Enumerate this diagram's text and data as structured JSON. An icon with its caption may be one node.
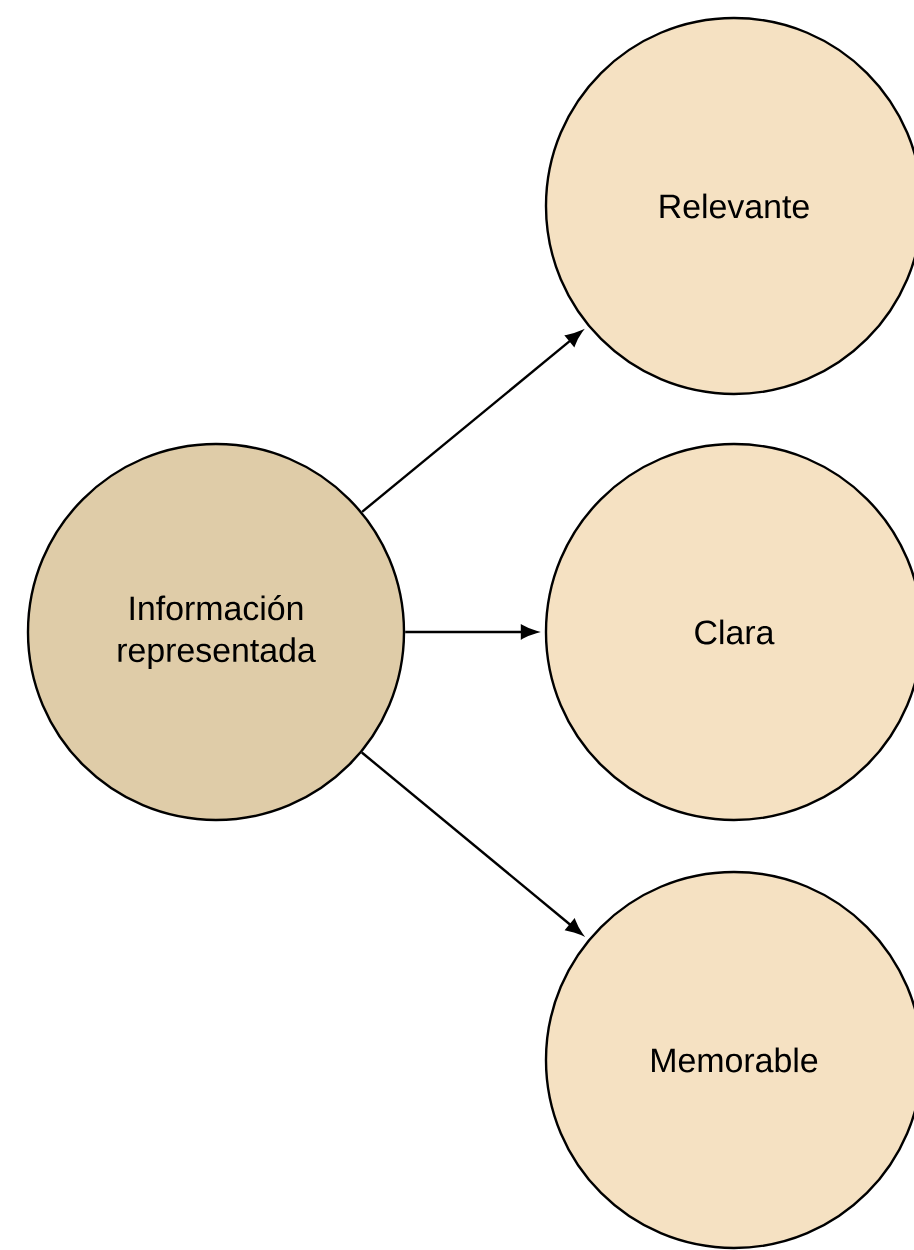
{
  "diagram": {
    "nodes": [
      {
        "text": [
          "Información representada"
        ]
      },
      {
        "text": [
          "Relevante"
        ]
      },
      {
        "text": [
          "Clara"
        ]
      },
      {
        "text": [
          "Memorable"
        ]
      }
    ],
    "edges": [
      {
        "from": 0,
        "to": 1,
        "arrow": "to"
      },
      {
        "from": 0,
        "to": 2,
        "arrow": "to"
      },
      {
        "from": 0,
        "to": 3,
        "arrow": "to"
      }
    ]
  }
}
